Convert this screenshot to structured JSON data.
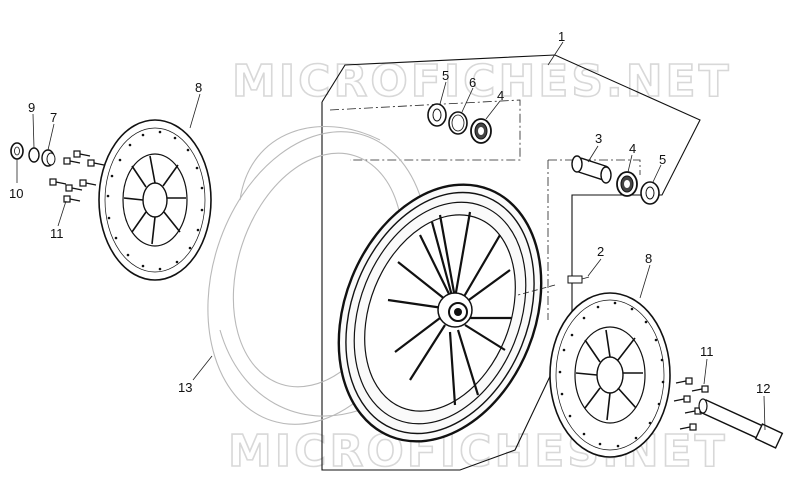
{
  "watermark": "MICROFICHES.NET",
  "callouts": {
    "c1": "1",
    "c2": "2",
    "c3": "3",
    "c4a": "4",
    "c4b": "4",
    "c5a": "5",
    "c5b": "5",
    "c6": "6",
    "c7": "7",
    "c8a": "8",
    "c8b": "8",
    "c9": "9",
    "c10": "10",
    "c11a": "11",
    "c11b": "11",
    "c12": "12",
    "c13": "13"
  },
  "colors": {
    "line": "#111111",
    "tyre": "#b9b9b9",
    "watermark": "#d8d8d8",
    "background": "#ffffff"
  }
}
